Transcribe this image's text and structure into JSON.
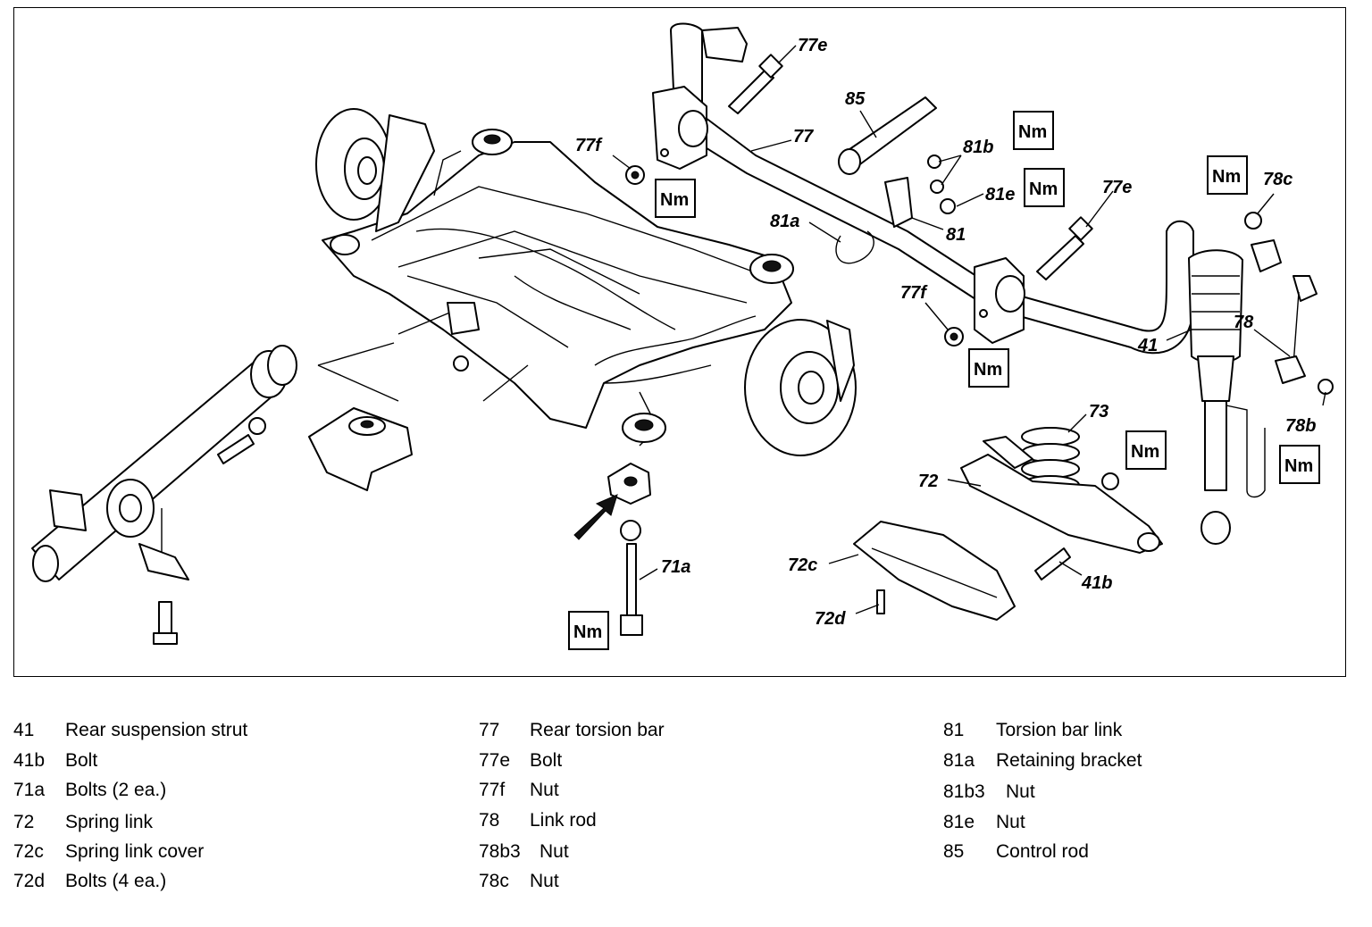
{
  "diagram": {
    "torque_label": "Nm",
    "callouts": [
      "77e",
      "85",
      "77",
      "77f",
      "81b",
      "81e",
      "81a",
      "81",
      "77e",
      "78c",
      "77f",
      "78",
      "41",
      "78b",
      "73",
      "72",
      "72c",
      "72d",
      "71a",
      "41b"
    ]
  },
  "legend": {
    "columns": [
      {
        "rows": [
          {
            "num": "41",
            "desc": "Rear suspension strut"
          },
          {
            "num": "41b",
            "desc": "Bolt"
          },
          {
            "num": "71a",
            "desc": "Bolts (2 ea.)"
          },
          {
            "num": "72",
            "desc": "Spring link"
          },
          {
            "num": "72c",
            "desc": "Spring link cover"
          },
          {
            "num": "72d",
            "desc": "Bolts (4 ea.)"
          }
        ]
      },
      {
        "rows": [
          {
            "num": "77",
            "desc": "Rear torsion bar"
          },
          {
            "num": "77e",
            "desc": "Bolt"
          },
          {
            "num": "77f",
            "desc": "Nut"
          },
          {
            "num": "78",
            "desc": "Link rod"
          },
          {
            "num": "78b3",
            "desc": "Nut"
          },
          {
            "num": "78c",
            "desc": "Nut"
          }
        ]
      },
      {
        "rows": [
          {
            "num": "81",
            "desc": "Torsion bar link"
          },
          {
            "num": "81a",
            "desc": "Retaining bracket"
          },
          {
            "num": "81b3",
            "desc": "Nut"
          },
          {
            "num": "81e",
            "desc": "Nut"
          },
          {
            "num": "85",
            "desc": "Control rod"
          }
        ]
      }
    ]
  }
}
